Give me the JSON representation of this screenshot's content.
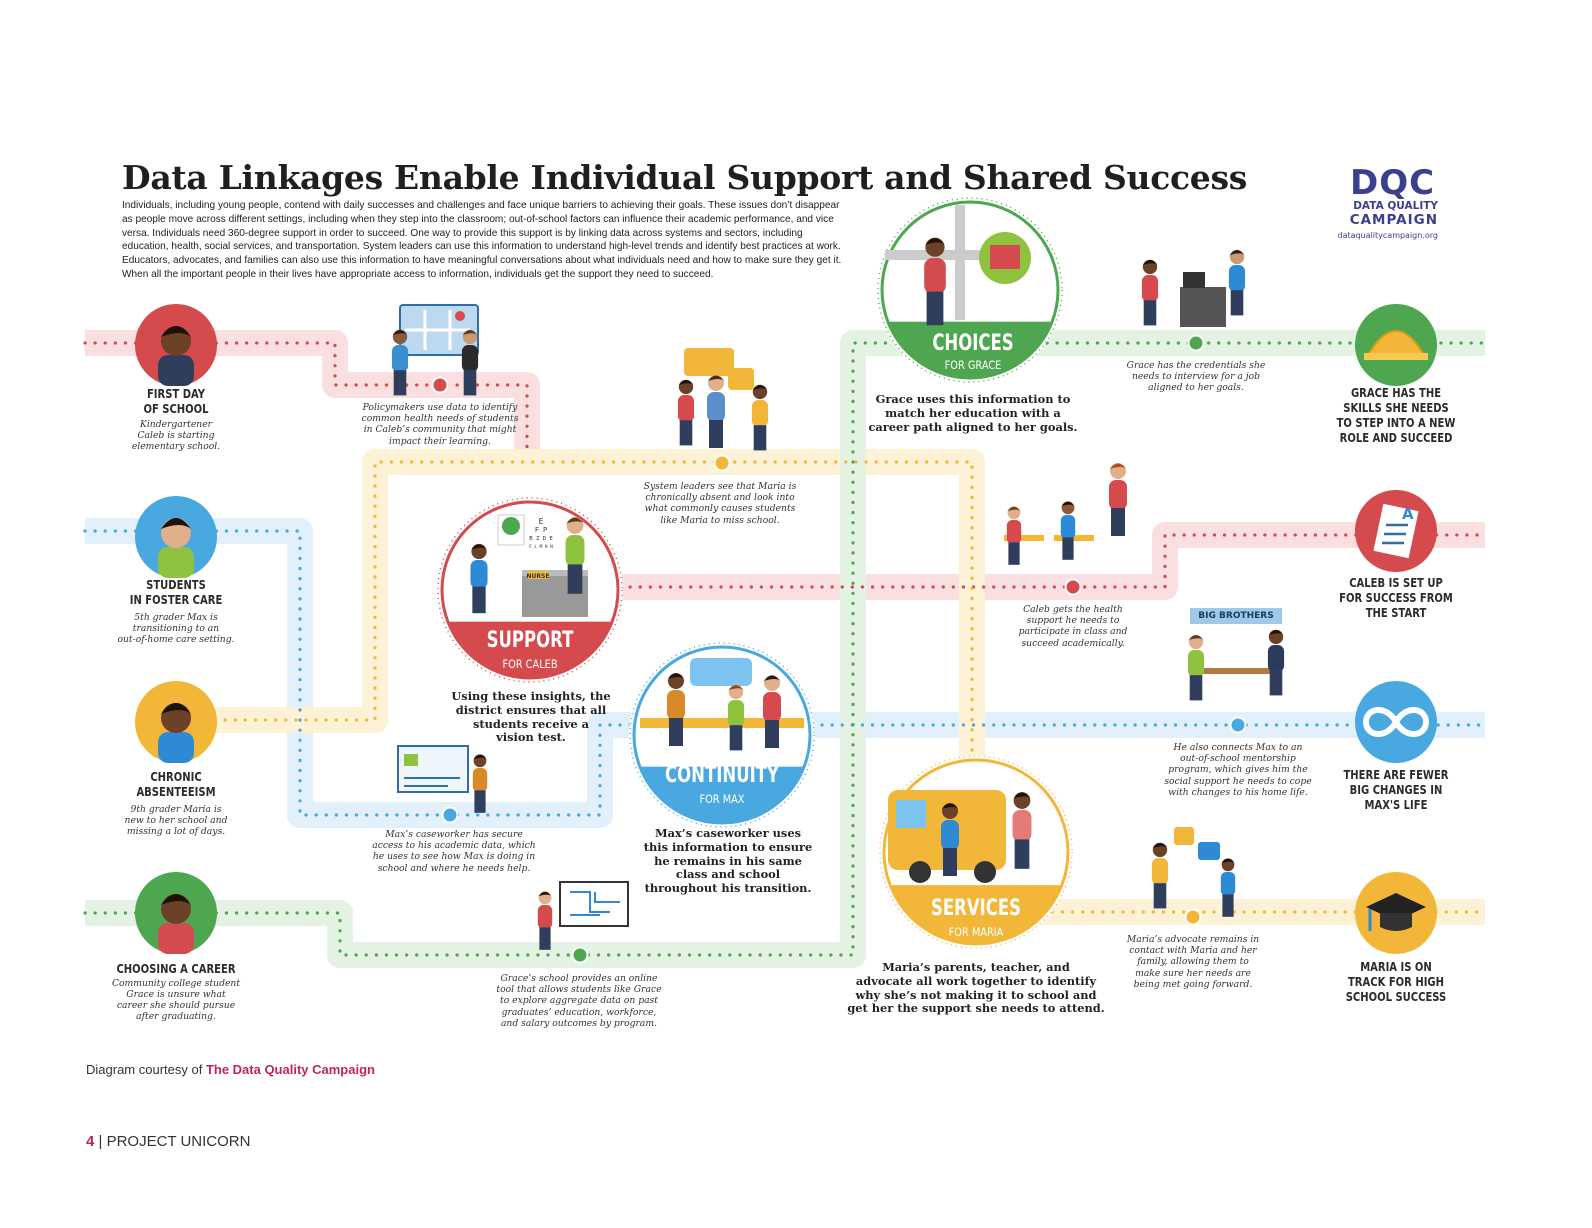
{
  "header": {
    "title": "Data Linkages Enable Individual Support and Shared Success",
    "intro": "Individuals, including young people, contend with daily successes and challenges and face unique barriers to achieving their goals. These issues don’t disappear as people move across different settings, including when they step into the classroom; out-of-school factors can influence their academic performance, and vice versa. Individuals need 360-degree support in order to succeed. One way to provide this support is by linking data across systems and sectors, including education, health, social services, and transportation. System leaders can use this information to understand high-level trends and identify best practices at work. Educators, advocates, and families can also use this information to have meaningful conversations about what individuals need and how to make sure they get it. When all the important people in their lives have appropriate access to information, individuals get the support they need to succeed."
  },
  "logo": {
    "mark": "DQC",
    "line1": "DATA QUALITY",
    "line2": "CAMPAIGN",
    "url": "dataqualitycampaign.org"
  },
  "colors": {
    "red": "#d44a4d",
    "blue": "#4aa8e0",
    "yellow": "#f2b738",
    "green": "#4ea651",
    "red_track": "#f9dfe0",
    "blue_track": "#e1f0fa",
    "yellow_track": "#fdf1d6",
    "green_track": "#e4f2e4",
    "accent_pink": "#c0245e",
    "logo_navy": "#3b3f8f"
  },
  "starts": [
    {
      "label": [
        "FIRST DAY",
        "OF SCHOOL"
      ],
      "sub": [
        "Kindergartener",
        "Caleb is starting",
        "elementary school."
      ],
      "icon": "boy-with-backpack-icon"
    },
    {
      "label": [
        "STUDENTS",
        "IN FOSTER CARE"
      ],
      "sub": [
        "5th grader Max is",
        "transitioning to an",
        "out-of-home care setting."
      ],
      "icon": "worried-boy-icon"
    },
    {
      "label": [
        "CHRONIC",
        "ABSENTEEISM"
      ],
      "sub": [
        "9th grader Maria is",
        "new to her school and",
        "missing a lot of days."
      ],
      "icon": "girl-with-backpack-icon"
    },
    {
      "label": [
        "CHOOSING A CAREER"
      ],
      "sub": [
        "Community college student",
        "Grace is unsure what",
        "career she should pursue",
        "after graduating."
      ],
      "icon": "young-woman-icon"
    }
  ],
  "ends": [
    {
      "label": [
        "GRACE HAS THE",
        "SKILLS SHE NEEDS",
        "TO STEP INTO A NEW",
        "ROLE AND SUCCEED"
      ],
      "icon": "hard-hat-icon"
    },
    {
      "label": [
        "CALEB IS SET UP",
        "FOR SUCCESS FROM",
        "THE START"
      ],
      "icon": "graded-paper-icon"
    },
    {
      "label": [
        "THERE ARE FEWER",
        "BIG CHANGES IN",
        "MAX'S LIFE"
      ],
      "icon": "infinity-icon"
    },
    {
      "label": [
        "MARIA IS ON",
        "TRACK FOR HIGH",
        "SCHOOL SUCCESS"
      ],
      "icon": "graduation-cap-icon"
    }
  ],
  "hubs": {
    "support": {
      "title": "SUPPORT",
      "sub": "FOR CALEB",
      "desc": [
        "Using these insights, the",
        "district ensures that all",
        "students receive a",
        "vision test."
      ]
    },
    "continuity": {
      "title": "CONTINUITY",
      "sub": "FOR MAX",
      "desc": [
        "Max’s caseworker uses",
        "this information to ensure",
        "he remains in his same",
        "class and school",
        "throughout his transition."
      ]
    },
    "choices": {
      "title": "CHOICES",
      "sub": "FOR GRACE",
      "desc": [
        "Grace uses this information to",
        "match her education with a",
        "career path aligned to her goals."
      ]
    },
    "services": {
      "title": "SERVICES",
      "sub": "FOR MARIA",
      "desc": [
        "Maria’s parents, teacher, and",
        "advocate all work together to identify",
        "why she’s not making it to school and",
        "get her the support she needs to attend."
      ]
    }
  },
  "captions": {
    "policymakers": [
      "Policymakers use data to identify",
      "common health needs of students",
      "in Caleb’s community that might",
      "impact their learning."
    ],
    "system_leaders": [
      "System leaders see that Maria is",
      "chronically absent and look into",
      "what commonly causes students",
      "like Maria to miss school."
    ],
    "grace_credentials": [
      "Grace has the credentials she",
      "needs to interview for a job",
      "aligned to her goals."
    ],
    "caleb_health": [
      "Caleb gets the health",
      "support he needs to",
      "participate in class and",
      "succeed academically."
    ],
    "max_mentorship": [
      "He also connects Max to an",
      "out-of-school mentorship",
      "program, which gives him the",
      "social support he needs to cope",
      "with changes to his home life."
    ],
    "caseworker": [
      "Max’s caseworker has secure",
      "access to his academic data, which",
      "he uses to see how Max is doing in",
      "school and where he needs help."
    ],
    "grace_school": [
      "Grace’s school provides an online",
      "tool that allows students like Grace",
      "to explore aggregate data on past",
      "graduates’ education, workforce,",
      "and salary outcomes by program."
    ],
    "maria_advocate": [
      "Maria’s advocate remains in",
      "contact with Maria and her",
      "family, allowing them to",
      "make sure her needs are",
      "being met going forward."
    ]
  },
  "scene_text": {
    "nurse_sign": "NURSE",
    "eye_chart": [
      "E",
      "F P",
      "B Z D E",
      "F L M K N"
    ],
    "big_brothers": "BIG BROTHERS",
    "question_mark": "?",
    "grade": "A"
  },
  "footer": {
    "credit_prefix": "Diagram courtesy of ",
    "credit_name": "The Data Quality Campaign",
    "page_number": "4",
    "publication": "PROJECT UNICORN"
  }
}
